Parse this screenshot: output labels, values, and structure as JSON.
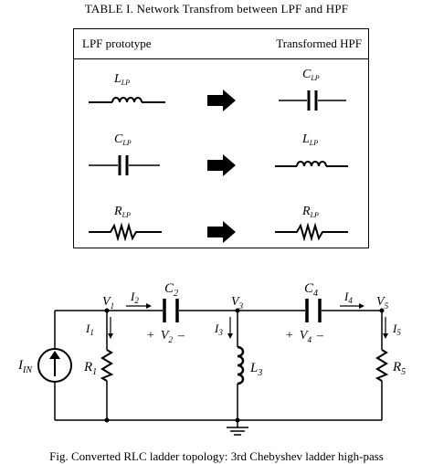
{
  "table": {
    "title": "TABLE I. Network Transfrom between LPF and HPF",
    "header_left": "LPF prototype",
    "header_right": "Transformed HPF",
    "rows": [
      {
        "left_sym": "L",
        "left_sub": "LP",
        "right_sym": "C",
        "right_sub": "LP"
      },
      {
        "left_sym": "C",
        "left_sub": "LP",
        "right_sym": "L",
        "right_sub": "LP"
      },
      {
        "left_sym": "R",
        "left_sub": "LP",
        "right_sym": "R",
        "right_sub": "LP"
      }
    ]
  },
  "circuit": {
    "source": {
      "sym": "I",
      "sub": "IN"
    },
    "nodes": {
      "v1": {
        "sym": "V",
        "sub": "1"
      },
      "v3": {
        "sym": "V",
        "sub": "3"
      },
      "v5": {
        "sym": "V",
        "sub": "5"
      }
    },
    "currents": {
      "i1": {
        "sym": "I",
        "sub": "1"
      },
      "i2": {
        "sym": "I",
        "sub": "2"
      },
      "i3": {
        "sym": "I",
        "sub": "3"
      },
      "i4": {
        "sym": "I",
        "sub": "4"
      },
      "i5": {
        "sym": "I",
        "sub": "5"
      }
    },
    "components": {
      "c2": {
        "sym": "C",
        "sub": "2"
      },
      "c4": {
        "sym": "C",
        "sub": "4"
      },
      "r1": {
        "sym": "R",
        "sub": "1"
      },
      "l3": {
        "sym": "L",
        "sub": "3"
      },
      "r5": {
        "sym": "R",
        "sub": "5"
      }
    },
    "voltages": {
      "v2": {
        "plus": "+",
        "sym": "V",
        "sub": "2",
        "minus": "–"
      },
      "v4": {
        "plus": "+",
        "sym": "V",
        "sub": "4",
        "minus": "–"
      }
    }
  },
  "caption": "Fig. Converted RLC ladder topology: 3rd Chebyshev ladder high-pass"
}
